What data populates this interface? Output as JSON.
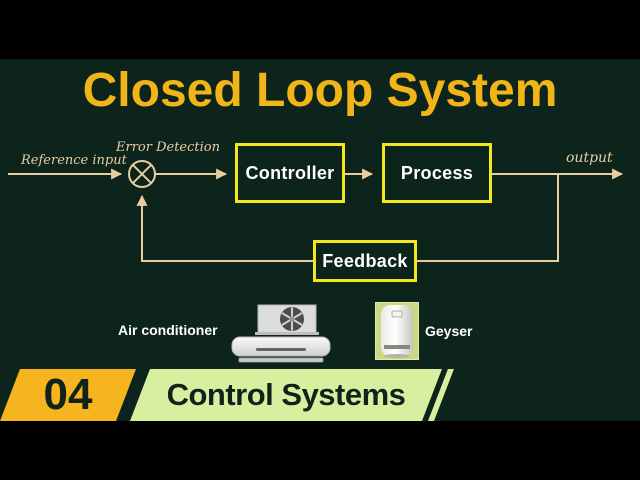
{
  "title": "Closed Loop System",
  "diagram": {
    "reference_input_label": "Reference input",
    "error_detection_label": "Error Detection",
    "controller_label": "Controller",
    "process_label": "Process",
    "output_label": "output",
    "feedback_label": "Feedback"
  },
  "examples": {
    "air_conditioner_label": "Air conditioner",
    "geyser_label": "Geyser"
  },
  "banner": {
    "number": "04",
    "series_title": "Control Systems"
  },
  "colors": {
    "letterbox": "#000000",
    "background": "#0d241c",
    "title": "#f2b517",
    "diagram_line": "#e9cda1",
    "block_border": "#f2e71e",
    "block_text": "#ffffff",
    "banner_number_bg": "#f6b41e",
    "banner_title_bg": "#d9efa0",
    "banner_text": "#0f231c"
  }
}
